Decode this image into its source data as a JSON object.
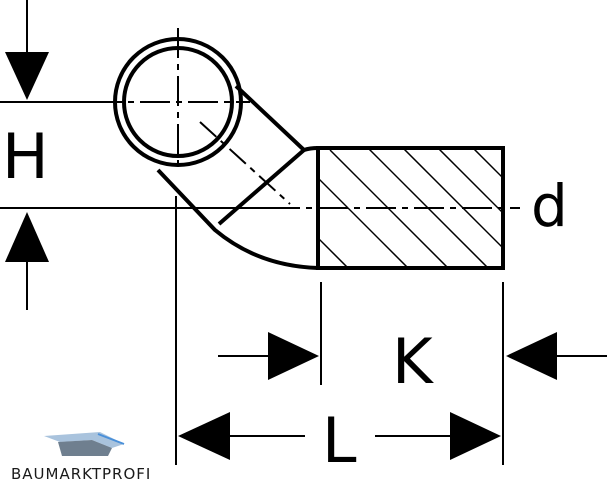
{
  "labels": {
    "h": "H",
    "d": "d",
    "k": "K",
    "l": "L"
  },
  "brand": {
    "name": "BAUMARKTPROFI"
  },
  "colors": {
    "line": "#000000",
    "logo_dark": "#6f7f8f",
    "logo_light": "#a9c3dd",
    "logo_accent": "#4a90d9"
  }
}
